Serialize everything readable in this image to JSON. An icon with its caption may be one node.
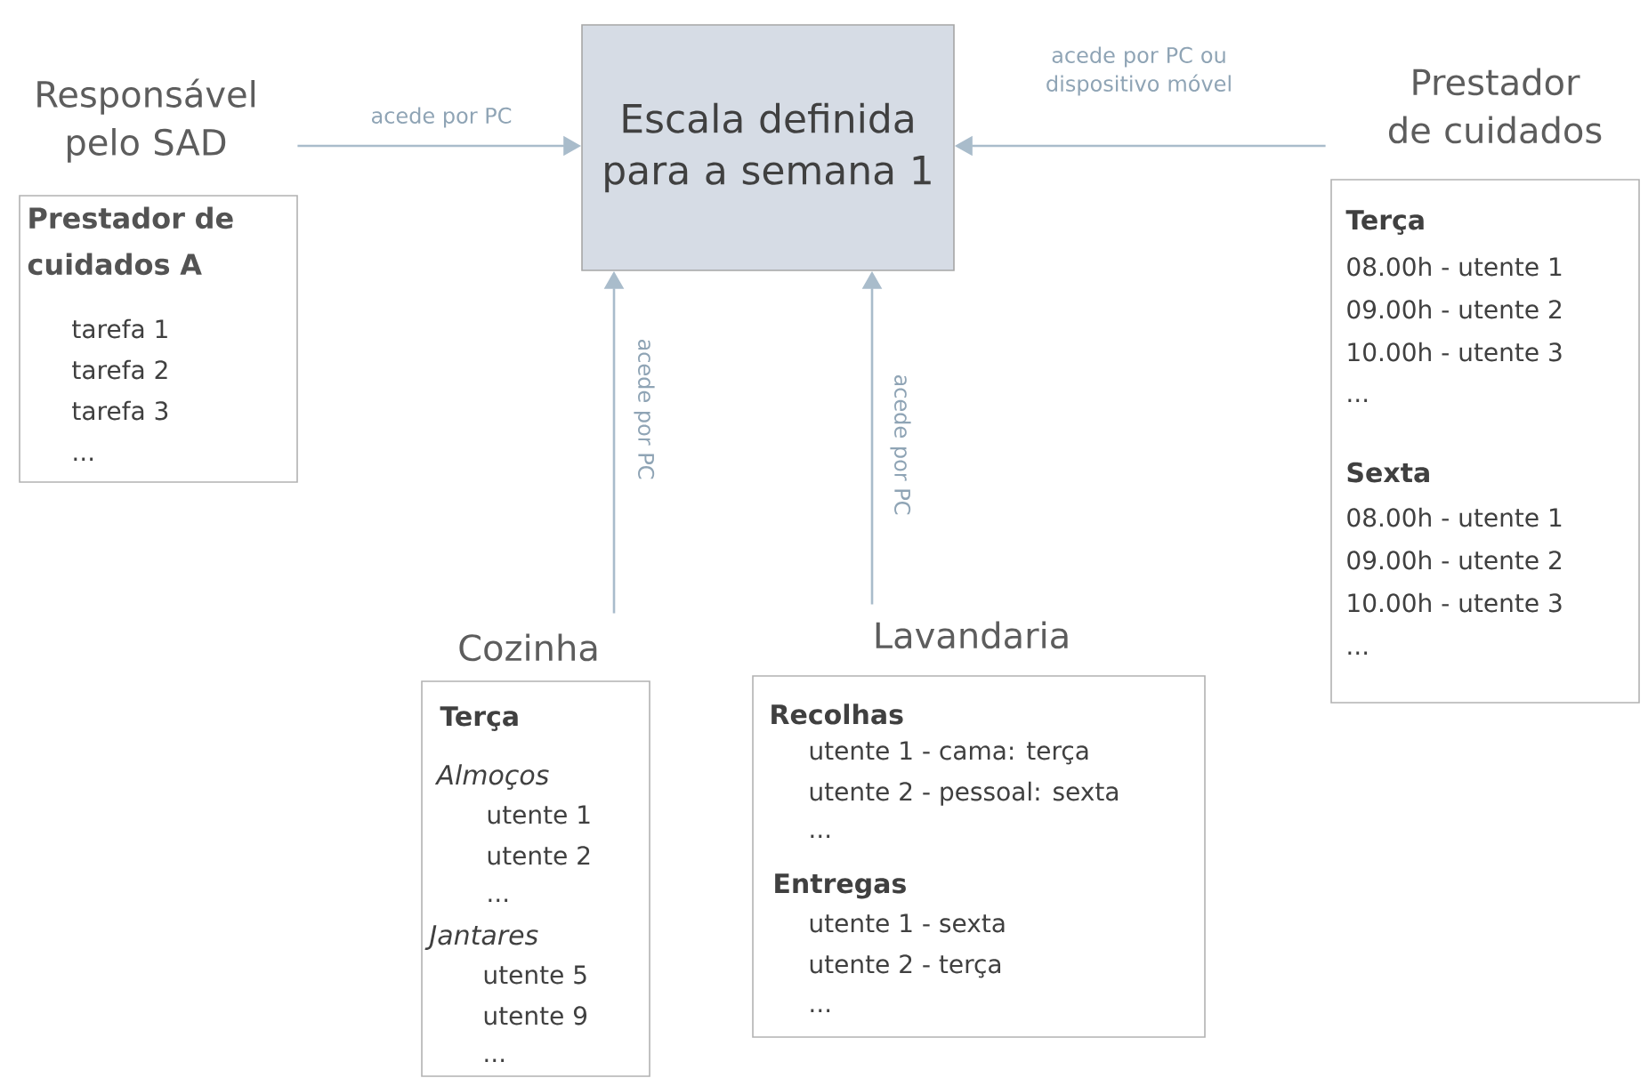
{
  "diagram": {
    "nodes": [
      {
        "text": [
          "Escala definida para a semana 1"
        ]
      },
      {
        "text": [
          "Responsável pelo SAD",
          "Prestador de cuidados A",
          "tarefa 1",
          "tarefa 2",
          "tarefa 3",
          "..."
        ]
      },
      {
        "text": [
          "Prestador de cuidados",
          "Terça",
          "08.00h - utente 1",
          "09.00h - utente 2",
          "10.00h - utente 3",
          "...",
          "Sexta",
          "08.00h - utente 1",
          "09.00h - utente 2",
          "10.00h - utente 3",
          "..."
        ]
      },
      {
        "text": [
          "Cozinha",
          "Terça",
          "Almoços",
          "utente 1",
          "utente 2",
          "...",
          "Jantares",
          "utente 5",
          "utente 9",
          "..."
        ]
      },
      {
        "text": [
          "Lavandaria",
          "Recolhas",
          "utente 1 - cama: terça",
          "utente 2 - pessoal: sexta",
          "...",
          "Entregas",
          "utente 1 - sexta",
          "utente 2 - terça",
          "..."
        ]
      }
    ],
    "edges": [
      {
        "from": 1,
        "to": 0,
        "arrow": "to",
        "label": "acede por PC"
      },
      {
        "from": 2,
        "to": 0,
        "arrow": "to",
        "label": "acede por PC ou dispositivo móvel"
      },
      {
        "from": 3,
        "to": 0,
        "arrow": "to",
        "label": "acede por PC"
      },
      {
        "from": 4,
        "to": 0,
        "arrow": "to",
        "label": "acede por PC"
      }
    ]
  }
}
